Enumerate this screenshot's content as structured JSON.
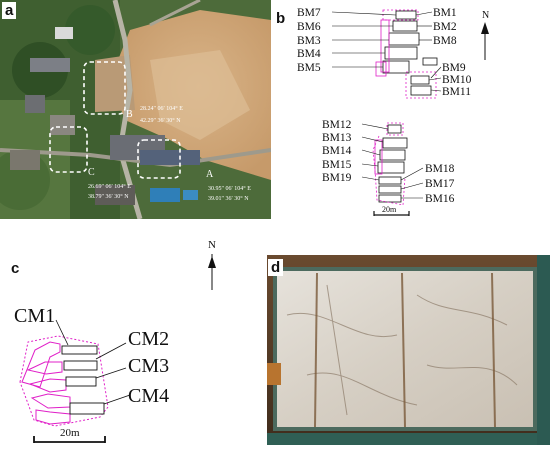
{
  "panel_a": {
    "label": "a",
    "site_labels": [
      "B",
      "C",
      "A"
    ],
    "coords_b": [
      "28.24″  06′  104° E",
      "42.29″  36′  30°  N"
    ],
    "coords_c": [
      "26.69″  06′  104° E",
      "38.79″  36′  30°  N"
    ],
    "coords_a": [
      "30.95″  06′  104°  E",
      "39.01″  36′  30°  N"
    ]
  },
  "panel_b": {
    "label": "b",
    "north": "N",
    "group1_left": [
      "BM7",
      "BM6",
      "BM3",
      "BM4",
      "BM5"
    ],
    "group1_right": [
      "BM1",
      "BM2",
      "BM8",
      "BM9",
      "BM10",
      "BM11"
    ],
    "group2_left": [
      "BM12",
      "BM13",
      "BM14",
      "BM15",
      "BM19"
    ],
    "group2_right": [
      "BM18",
      "BM17",
      "BM16"
    ],
    "scale": "20m"
  },
  "panel_c": {
    "label": "c",
    "north": "N",
    "labels": [
      "CM1",
      "CM2",
      "CM3",
      "CM4"
    ],
    "scale": "20m"
  },
  "panel_d": {
    "label": "d"
  }
}
